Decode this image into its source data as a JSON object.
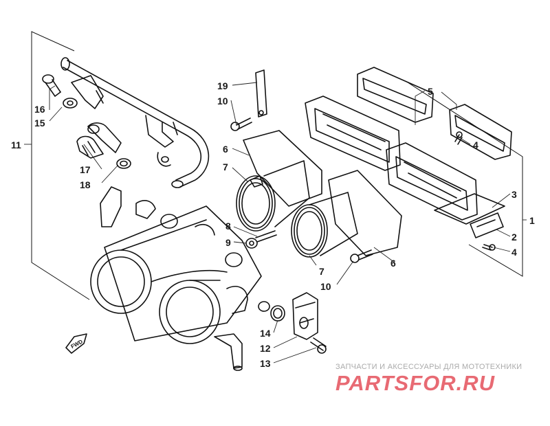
{
  "callouts": {
    "c1": "1",
    "c2": "2",
    "c3": "3",
    "c4a": "4",
    "c4b": "4",
    "c5": "5",
    "c6a": "6",
    "c6b": "6",
    "c7a": "7",
    "c7b": "7",
    "c8": "8",
    "c9": "9",
    "c10a": "10",
    "c10b": "10",
    "c11": "11",
    "c12": "12",
    "c13": "13",
    "c14": "14",
    "c15": "15",
    "c16": "16",
    "c17": "17",
    "c18": "18",
    "c19": "19"
  },
  "fwd_label": "FWD",
  "watermark": {
    "tagline": "ЗАПЧАСТИ И АКСЕССУАРЫ ДЛЯ МОТОТЕХНИКИ",
    "logo": "PARTSFOR.RU"
  },
  "colors": {
    "ink": "#111111",
    "watermark_logo": "#e86a73",
    "watermark_text": "#aaaaaa"
  }
}
